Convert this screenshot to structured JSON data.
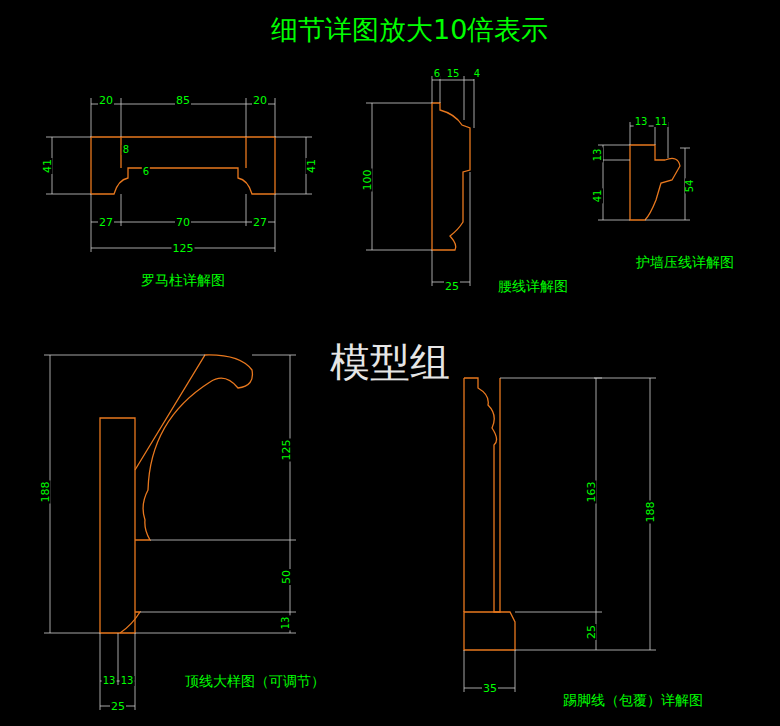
{
  "diagram": {
    "title": "细节详图放大10倍表示",
    "labels": [
      "20",
      "85",
      "20",
      "41",
      "41",
      "8",
      "6",
      "27",
      "70",
      "27",
      "125",
      "罗马柱详解图",
      "6",
      "15",
      "4",
      "100",
      "25",
      "腰线详解图",
      "13",
      "11",
      "13",
      "41",
      "54",
      "护墙压线详解图",
      "模型组",
      "188",
      "125",
      "50",
      "13",
      "13",
      "13",
      "25",
      "顶线大样图（可调节）",
      "163",
      "188",
      "25",
      "35",
      "踢脚线（包覆）详解图"
    ]
  }
}
